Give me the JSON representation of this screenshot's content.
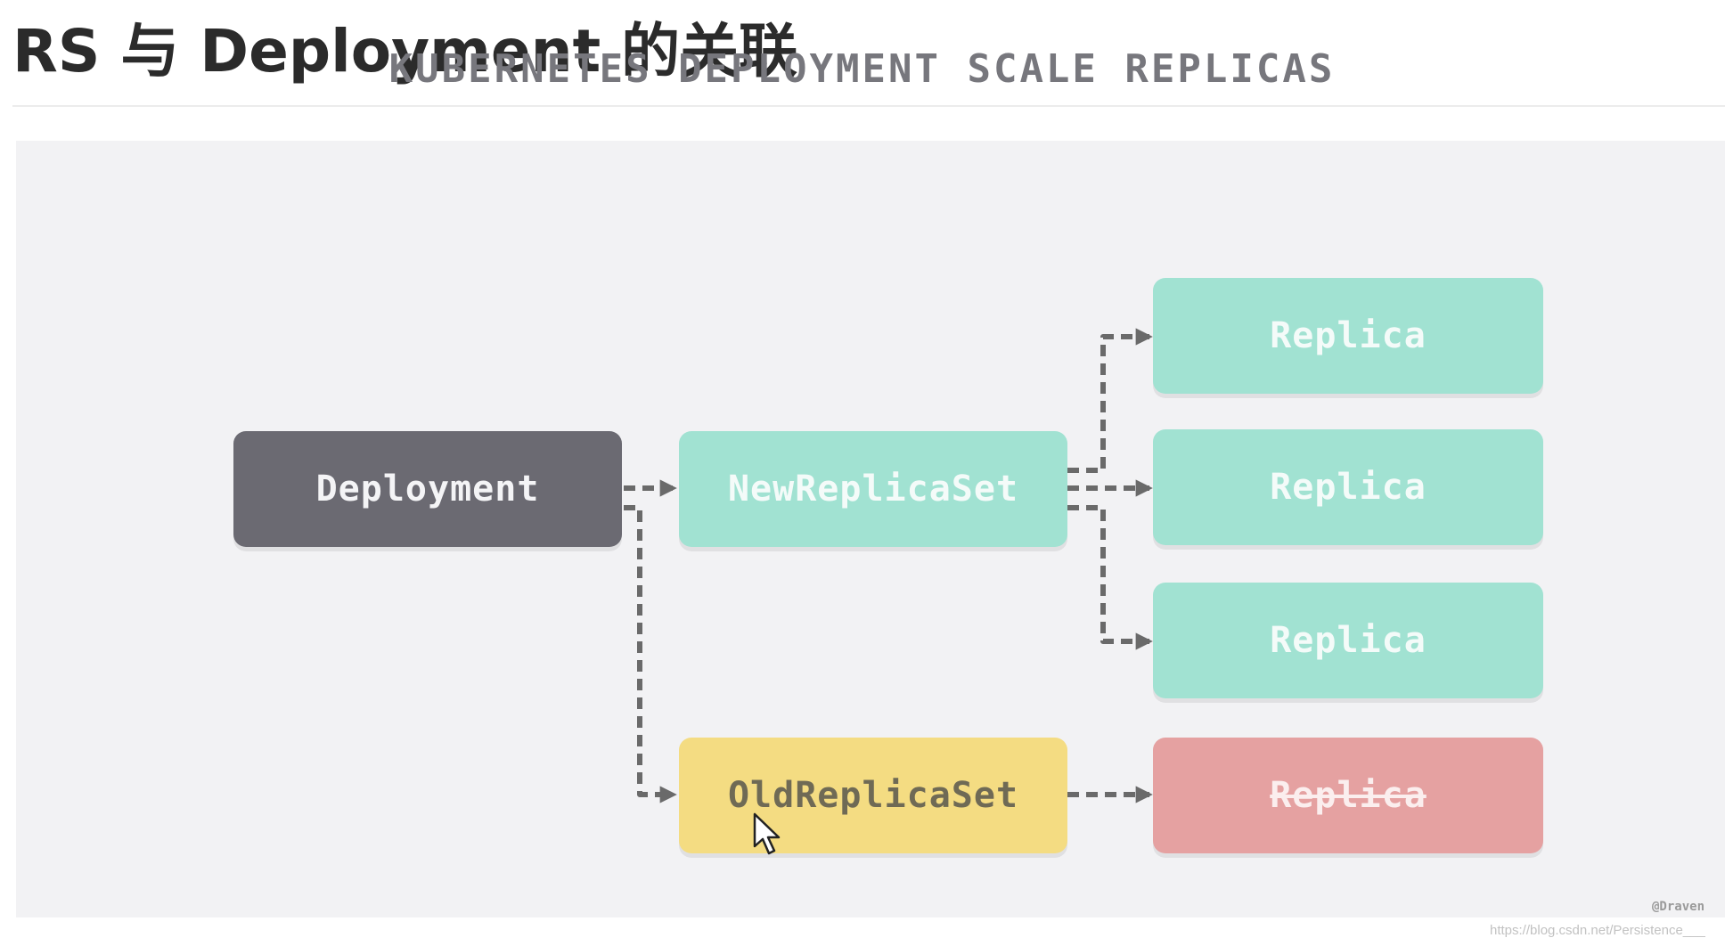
{
  "page": {
    "title": "RS 与 Deployment  的关联"
  },
  "figure": {
    "title": "KUBERNETES DEPLOYMENT SCALE REPLICAS",
    "credit": "@Draven",
    "watermark": "https://blog.csdn.net/Persistence___"
  },
  "nodes": {
    "deployment": "Deployment",
    "new_replica_set": "NewReplicaSet",
    "old_replica_set": "OldReplicaSet",
    "replicas": [
      "Replica",
      "Replica",
      "Replica"
    ],
    "removed_replica": "Replica"
  },
  "colors": {
    "deployment": "#6b6a72",
    "new_replica_set": "#a1e2d2",
    "old_replica_set": "#f4dc82",
    "replica": "#a1e2d2",
    "removed_replica": "#e5a1a1",
    "connector": "#6a6a6a",
    "background": "#f2f2f4"
  },
  "icons": {
    "cursor": "mouse-pointer-icon"
  }
}
